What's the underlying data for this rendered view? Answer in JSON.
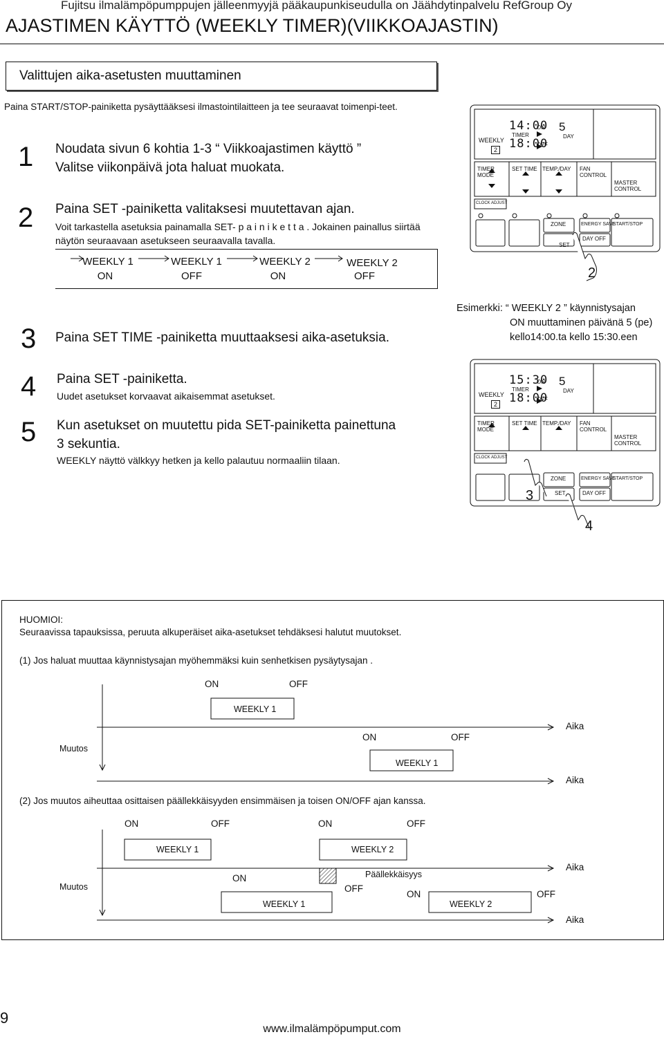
{
  "header": {
    "top_line": "Fujitsu ilmalämpöpumppujen jälleenmyyjä pääkaupunkiseudulla on Jäähdytinpalvelu RefGroup Oy",
    "title": "AJASTIMEN KÄYTTÖ (WEEKLY TIMER)(VIIKKOAJASTIN)"
  },
  "section": {
    "title": "Valittujen aika-asetusten muuttaminen",
    "intro": "Paina START/STOP-painiketta pysäyttääksesi ilmastointilaitteen ja tee seuraavat toimenpi-teet."
  },
  "steps": [
    {
      "num": "1",
      "line1": "Noudata sivun 6 kohtia 1-3 “ Viikkoajastimen käyttö ”",
      "line2": "Valitse viikonpäivä jota haluat muokata."
    },
    {
      "num": "2",
      "line1": "Paina SET -painiketta valitaksesi muutettavan ajan.",
      "line2": "Voit tarkastella asetuksia painamalla SET- p a i n i k e t t a . Jokainen painallus siirtää",
      "line3": "näytön seuraavaan asetukseen seuraavalla tavalla."
    },
    {
      "num": "3",
      "line1": "Paina SET TIME -painiketta muuttaaksesi aika-asetuksia."
    },
    {
      "num": "4",
      "line1": "Paina SET -painiketta.",
      "line2": "Uudet asetukset korvaavat aikaisemmat asetukset."
    },
    {
      "num": "5",
      "line1": "Kun asetukset on muutettu pida SET-painiketta painettuna",
      "line2": "3 sekuntia.",
      "line3": "WEEKLY näyttö välkkyy hetken ja kello palautuu normaaliin tilaan."
    }
  ],
  "flow": [
    {
      "top": "WEEKLY 1",
      "bottom": "ON"
    },
    {
      "top": "WEEKLY 1",
      "bottom": "OFF"
    },
    {
      "top": "WEEKLY 2",
      "bottom": "ON"
    },
    {
      "top": "WEEKLY 2",
      "bottom": "OFF"
    }
  ],
  "example": {
    "line1": "Esimerkki: “ WEEKLY 2 ” käynnistysajan",
    "line2": "ON muuttaminen päivänä 5 (pe)",
    "line3": "kello14:00.ta kello 15:30.een"
  },
  "remote1": {
    "time_on": "14:00",
    "time_off": "18:00",
    "day": "5",
    "callout": "2"
  },
  "remote2": {
    "time_on": "15:30",
    "time_off": "18:00",
    "day": "5",
    "callout_a": "3",
    "callout_b": "4"
  },
  "remote_labels": {
    "weekly": "WEEKLY",
    "weekly_num": "2",
    "timer": "TIMER",
    "on": "ON",
    "off": "OFF",
    "day": "DAY",
    "timer_mode": "TIMER MODE",
    "set_time": "SET TIME",
    "temp_day": "TEMP./DAY",
    "fan_control": "FAN CONTROL",
    "master_control": "MASTER CONTROL",
    "clock_adjust": "CLOCK ADJUST",
    "zone": "ZONE",
    "energy_save": "ENERGY SAVE",
    "start_stop": "START/STOP",
    "set": "SET",
    "day_off": "DAY OFF"
  },
  "note": {
    "heading": "HUOMIOI:",
    "text": "Seuraavissa tapauksissa, peruuta alkuperäiset aika-asetukset tehdäksesi halutut muutokset.",
    "case1": "(1) Jos haluat muuttaa käynnistysajan myöhemmäksi kuin senhetkisen pysäytysajan .",
    "case2": "(2) Jos muutos aiheuttaa osittaisen päällekkäisyyden ensimmäisen ja toisen ON/OFF ajan kanssa.",
    "muutos": "Muutos",
    "aika": "Aika",
    "on": "ON",
    "off": "OFF",
    "weekly1": "WEEKLY 1",
    "weekly2": "WEEKLY 2",
    "overlap": "Päällekkäisyys"
  },
  "footer": {
    "page": "9",
    "url": "www.ilmalämpöpumput.com"
  }
}
